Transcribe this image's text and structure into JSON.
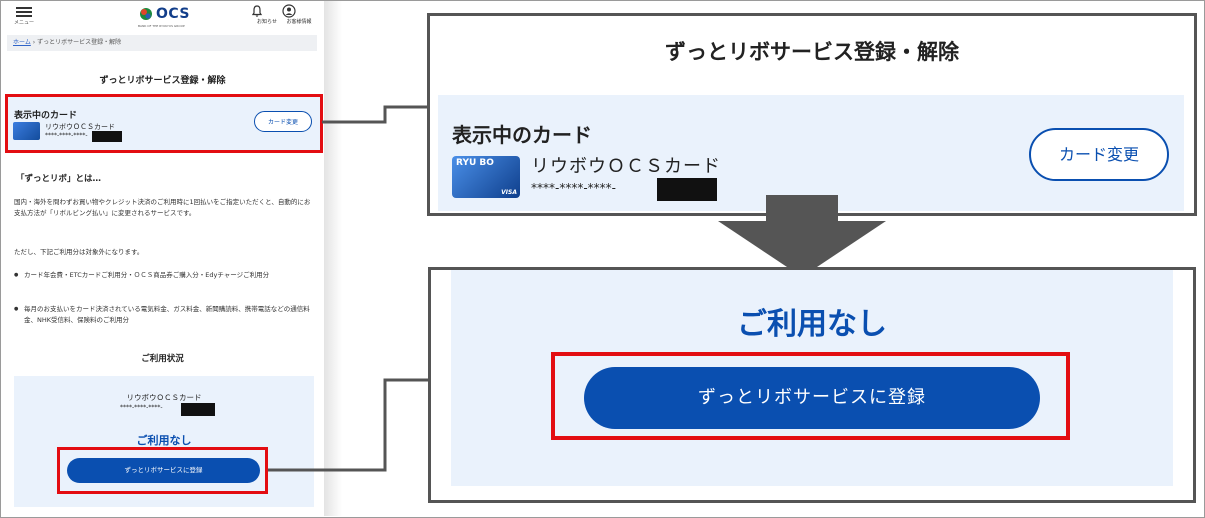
{
  "header": {
    "menu_label": "メニュー",
    "logo_text": "OCS",
    "logo_sub": "BANK OF THE RYUKYUS GROUP",
    "notifications_label": "お知らせ",
    "account_label": "お客様情報"
  },
  "breadcrumb": {
    "home": "ホーム",
    "separator": "›",
    "current": "ずっとリボサービス登録・解除"
  },
  "page_title": "ずっとリボサービス登録・解除",
  "card_section": {
    "label": "表示中のカード",
    "card_name": "リウボウＯＣＳカード",
    "card_number": "****-****-****-",
    "change_button": "カード変更",
    "card_face_text": "RYU BO",
    "card_brand": "VISA"
  },
  "about": {
    "heading": "「ずっとリボ」とは…",
    "para1": "国内・海外を問わずお買い物やクレジット決済のご利用時に1回払いをご指定いただくと、自動的にお支払方法が「リボルビング払い」に変更されるサービスです。",
    "para2": "ただし、下記ご利用分は対象外になります。",
    "exclusions": [
      "カード年会費・ETCカードご利用分・ＯＣＳ商品券ご購入分・Edyチャージご利用分",
      "毎月のお支払いをカード決済されている電気料金、ガス料金、新聞購読料、携帯電話などの通信料金、NHK受信料、保険料のご利用分"
    ]
  },
  "usage": {
    "heading": "ご利用状況",
    "card_name": "リウボウＯＣＳカード",
    "card_number": "****-****-****-",
    "status": "ご利用なし",
    "register_button": "ずっとリボサービスに登録"
  },
  "zoom_top": {
    "title": "ずっとリボサービス登録・解除",
    "label": "表示中のカード",
    "card_name": "リウボウＯＣＳカード",
    "card_number": "****-****-****-",
    "change_button": "カード変更"
  },
  "zoom_bottom": {
    "status": "ご利用なし",
    "register_button": "ずっとリボサービスに登録"
  },
  "colors": {
    "accent": "#0a4fb0",
    "highlight": "#e30d12",
    "panel": "#eaf2fc",
    "frame": "#555555"
  }
}
